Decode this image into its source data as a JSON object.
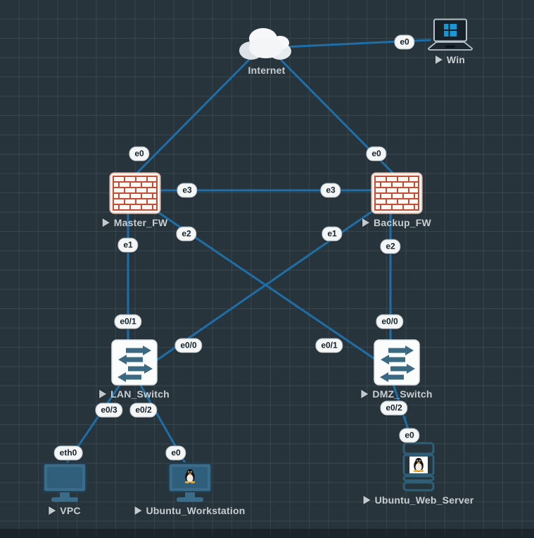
{
  "canvas": {
    "background_color": "#28343b",
    "grid_line_color": "#3a4850",
    "link_color": "#1e6ea8",
    "port_pill_bg": "#f4f6f6",
    "port_pill_text": "#15212b",
    "node_label_color": "#c7ced2",
    "firewall_brick_color": "#c44d38",
    "switch_arrow_color": "#3b6982",
    "monitor_color": "#3a6c8a",
    "server_outline_color": "#2d6078",
    "windows_logo_color": "#1897d6",
    "cloud_color": "#f3f5f6"
  },
  "nodes": [
    {
      "id": "internet",
      "label": "Internet",
      "icon": "cloud-icon"
    },
    {
      "id": "win",
      "label": "Win",
      "icon": "windows-laptop-icon"
    },
    {
      "id": "master_fw",
      "label": "Master_FW",
      "icon": "firewall-icon"
    },
    {
      "id": "backup_fw",
      "label": "Backup_FW",
      "icon": "firewall-icon"
    },
    {
      "id": "lan_switch",
      "label": "LAN_Switch",
      "icon": "ethernet-switch-icon"
    },
    {
      "id": "dmz_switch",
      "label": "DMZ_Switch",
      "icon": "ethernet-switch-icon"
    },
    {
      "id": "vpc",
      "label": "VPC",
      "icon": "monitor-icon"
    },
    {
      "id": "ubuntu_workstation",
      "label": "Ubuntu_Workstation",
      "icon": "linux-monitor-icon"
    },
    {
      "id": "ubuntu_web_server",
      "label": "Ubuntu_Web_Server",
      "icon": "linux-server-icon"
    }
  ],
  "ports": [
    "e0",
    "e0",
    "e0",
    "e3",
    "e3",
    "e2",
    "e1",
    "e1",
    "e2",
    "e0/1",
    "e0/0",
    "e0/1",
    "e0/0",
    "e0/3",
    "e0/2",
    "eth0",
    "e0",
    "e0/2",
    "e0"
  ],
  "links": [
    {
      "from": "Win",
      "from_port": "e0",
      "to": "Internet"
    },
    {
      "from": "Master_FW",
      "from_port": "e0",
      "to": "Internet"
    },
    {
      "from": "Backup_FW",
      "from_port": "e0",
      "to": "Internet"
    },
    {
      "from": "Master_FW",
      "from_port": "e3",
      "to": "Backup_FW",
      "to_port": "e3"
    },
    {
      "from": "Master_FW",
      "from_port": "e1",
      "to": "LAN_Switch",
      "to_port": "e0/1"
    },
    {
      "from": "Master_FW",
      "from_port": "e2",
      "to": "DMZ_Switch",
      "to_port": "e0/1"
    },
    {
      "from": "Backup_FW",
      "from_port": "e1",
      "to": "LAN_Switch",
      "to_port": "e0/0"
    },
    {
      "from": "Backup_FW",
      "from_port": "e2",
      "to": "DMZ_Switch",
      "to_port": "e0/0"
    },
    {
      "from": "LAN_Switch",
      "from_port": "e0/3",
      "to": "VPC",
      "to_port": "eth0"
    },
    {
      "from": "LAN_Switch",
      "from_port": "e0/2",
      "to": "Ubuntu_Workstation",
      "to_port": "e0"
    },
    {
      "from": "DMZ_Switch",
      "from_port": "e0/2",
      "to": "Ubuntu_Web_Server",
      "to_port": "e0"
    }
  ]
}
